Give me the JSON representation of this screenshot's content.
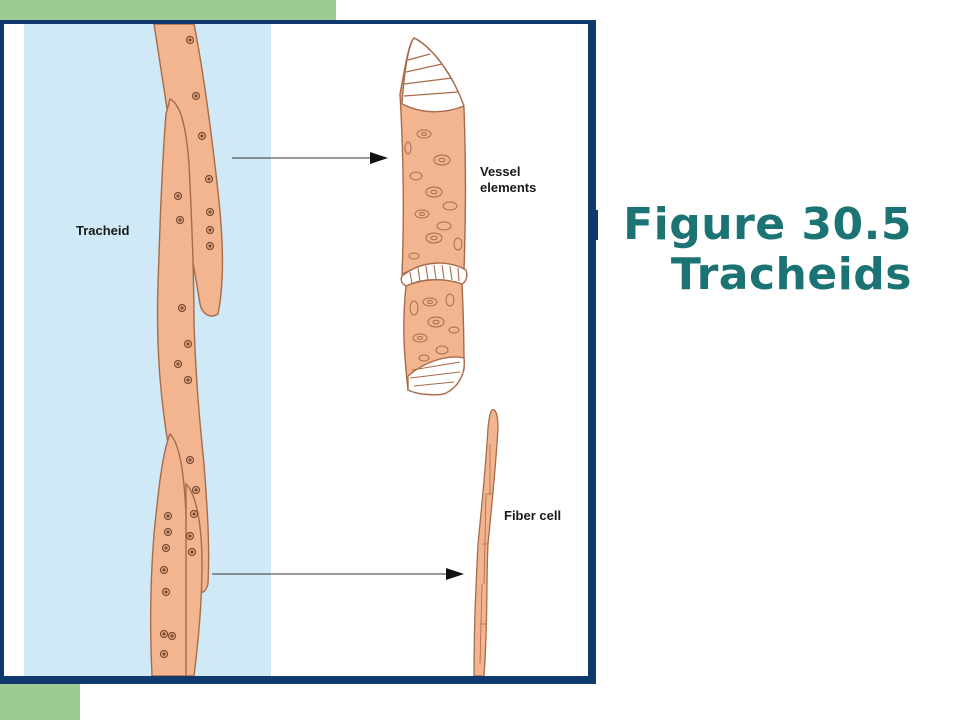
{
  "slide": {
    "title_line1": "Figure 30.5",
    "title_line2": "Tracheids"
  },
  "diagram": {
    "labels": {
      "tracheid": "Tracheid",
      "vessel_elements_line1": "Vessel",
      "vessel_elements_line2": "elements",
      "fiber_cell": "Fiber cell"
    }
  },
  "colors": {
    "title": "#1b7373",
    "frame": "#0e3a6e",
    "accent_green": "#9ecb92",
    "panel_blue": "#cfe9f6",
    "cell_fill": "#f2b58f",
    "cell_outline": "#a86b4a"
  }
}
